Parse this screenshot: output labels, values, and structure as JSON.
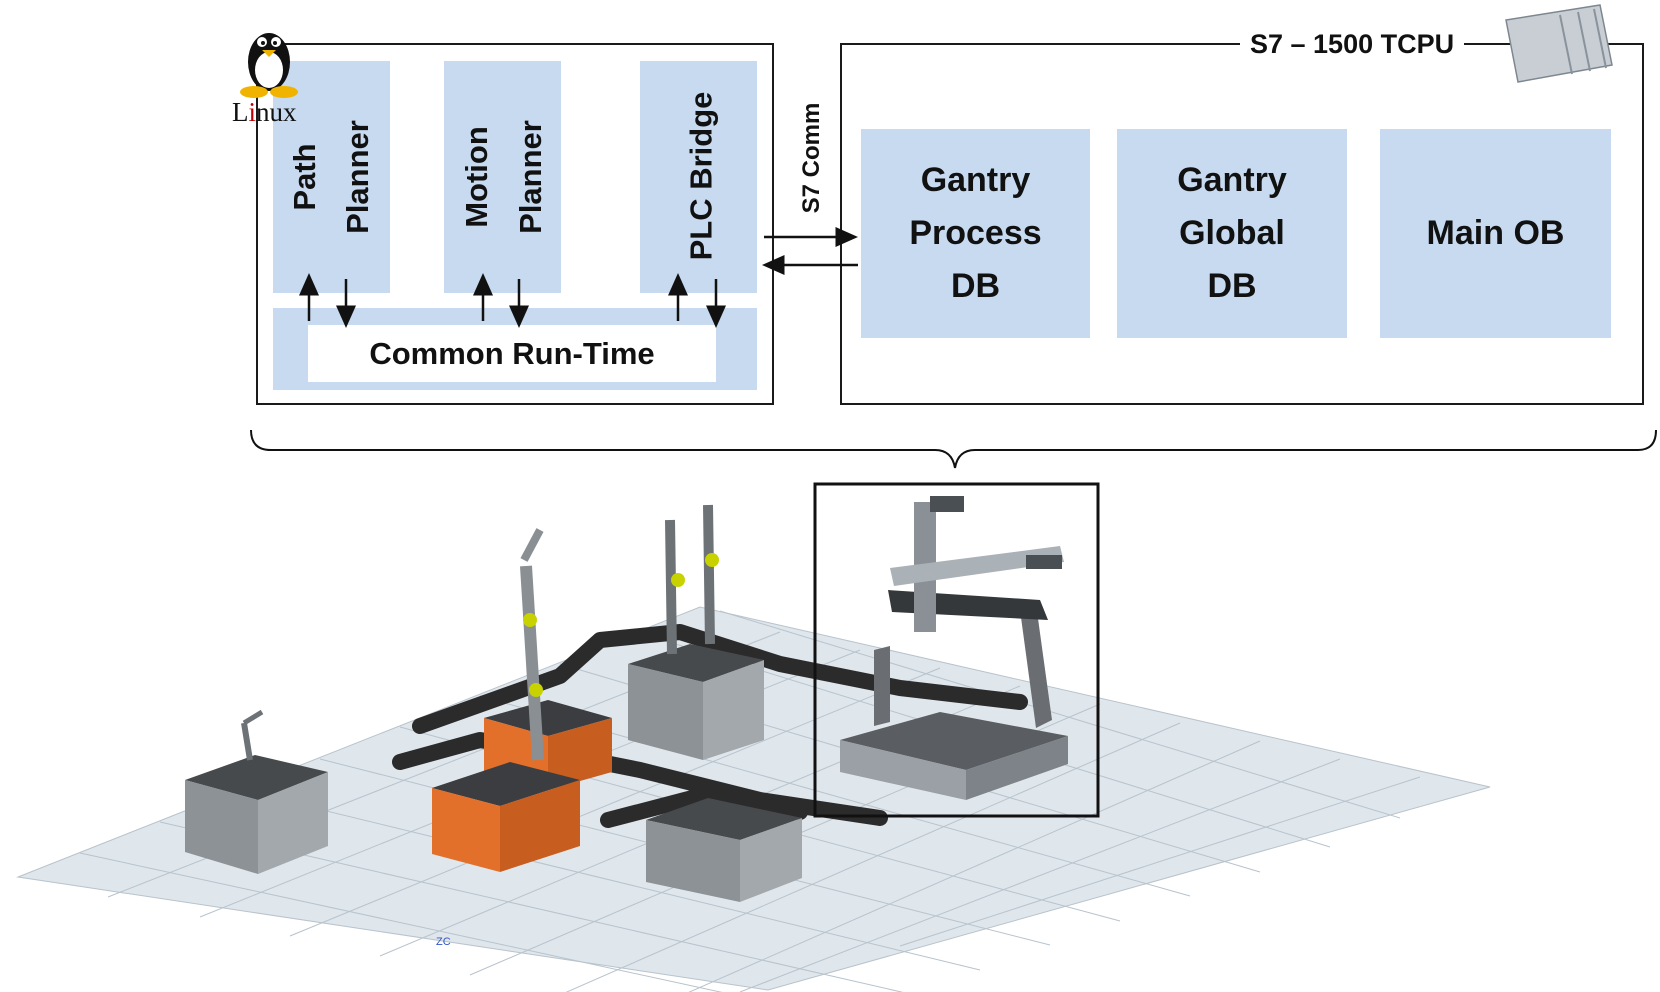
{
  "linux": {
    "label_pre": "L",
    "label_i": "i",
    "label_post": "nux",
    "icon": "tux-penguin-icon"
  },
  "left_box": {
    "path_planner": [
      "Path",
      "Planner"
    ],
    "motion_planner": [
      "Motion",
      "Planner"
    ],
    "plc_bridge": "PLC Bridge",
    "runtime": "Common Run-Time"
  },
  "link": {
    "label": "S7 Comm"
  },
  "cpu_box": {
    "title": "S7 – 1500 TCPU",
    "icon": "plc-hardware-icon",
    "blocks": [
      {
        "lines": [
          "Gantry",
          "Process",
          "DB"
        ]
      },
      {
        "lines": [
          "Gantry",
          "Global",
          "DB"
        ]
      },
      {
        "lines": [
          "Main OB"
        ]
      }
    ]
  },
  "scene": {
    "axis_label": "ZC",
    "description_icon": "factory-cell-3d-render"
  },
  "colors": {
    "block_fill": "#c7daf0",
    "robot_orange": "#e2702b",
    "floor_grid": "#dfe6ec"
  }
}
